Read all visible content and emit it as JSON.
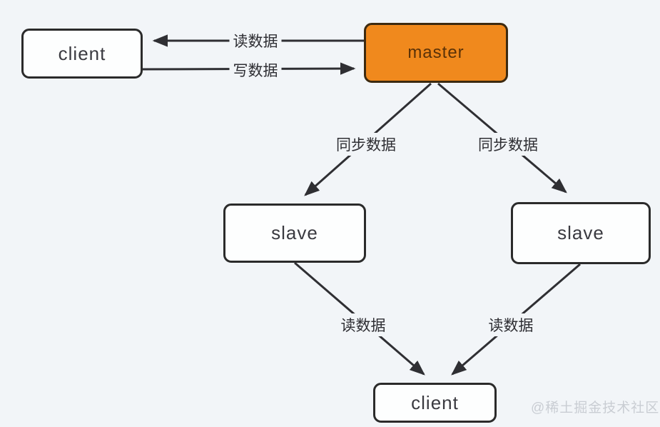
{
  "diagram": {
    "nodes": {
      "client_top": {
        "label": "client"
      },
      "master": {
        "label": "master"
      },
      "slave_left": {
        "label": "slave"
      },
      "slave_right": {
        "label": "slave"
      },
      "client_bottom": {
        "label": "client"
      }
    },
    "edges": {
      "read_top": {
        "label": "读数据",
        "from": "master",
        "to": "client_top"
      },
      "write_top": {
        "label": "写数据",
        "from": "client_top",
        "to": "master"
      },
      "sync_left": {
        "label": "同步数据",
        "from": "master",
        "to": "slave_left"
      },
      "sync_right": {
        "label": "同步数据",
        "from": "master",
        "to": "slave_right"
      },
      "read_left": {
        "label": "读数据",
        "from": "slave_left",
        "to": "client_bottom"
      },
      "read_right": {
        "label": "读数据",
        "from": "slave_right",
        "to": "client_bottom"
      }
    },
    "colors": {
      "background": "#f2f5f8",
      "node_fill": "#fdfefe",
      "node_border": "#2b2b2b",
      "master_fill": "#f0891d",
      "master_text": "#5a3208",
      "arrow": "#2f2f33",
      "watermark": "#c9cdd3"
    }
  },
  "watermark": {
    "text": "@稀土掘金技术社区"
  }
}
